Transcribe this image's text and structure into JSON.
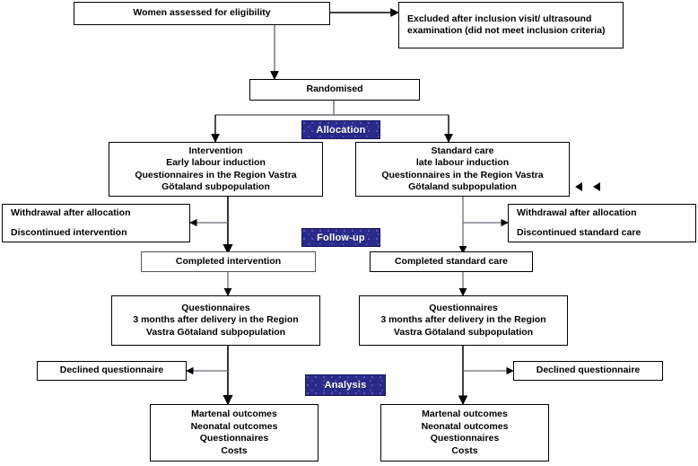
{
  "diagram": {
    "title": "CONSORT participant flow diagram",
    "colors": {
      "banner_fill": "#2a2a8c",
      "banner_text": "#ffffff",
      "box_border": "#000000",
      "box_border_light": "#585858",
      "connector_dark": "#000000",
      "connector_light": "#6b6b78",
      "background": "#ffffff"
    }
  },
  "banners": [
    {
      "id": "allocation",
      "label": "Allocation"
    },
    {
      "id": "followup",
      "label": "Follow-up"
    },
    {
      "id": "analysis",
      "label": "Analysis"
    }
  ],
  "nodes": {
    "enrollment": {
      "lines": [
        "Women assessed for eligibility"
      ]
    },
    "excluded": {
      "lines": [
        "Excluded after  inclusion visit/ ultrasound examination (did not meet inclusion criteria)"
      ]
    },
    "randomised": {
      "lines": [
        "Randomised"
      ]
    },
    "intervention_arm": {
      "lines": [
        "Intervention",
        "Early labour induction",
        "Questionnaires in the Region Vastra",
        "Götaland subpopulation"
      ]
    },
    "standard_arm": {
      "lines": [
        "Standard care",
        "late labour induction",
        "Questionnaires in the Region Vastra",
        "Götaland subpopulation"
      ]
    },
    "withdrawal_left": {
      "lines": [
        "Withdrawal after allocation",
        "Discontinued intervention"
      ]
    },
    "withdrawal_right": {
      "lines": [
        "Withdrawal after allocation",
        "Discontinued standard care"
      ]
    },
    "completed_left": {
      "lines": [
        "Completed intervention"
      ]
    },
    "completed_right": {
      "lines": [
        "Completed standard care"
      ]
    },
    "questionnaires_left": {
      "lines": [
        "Questionnaires",
        "3 months after delivery in the Region",
        "Vastra Götaland subpopulation"
      ]
    },
    "questionnaires_right": {
      "lines": [
        "Questionnaires",
        "3 months after delivery in the Region",
        "Vastra Götaland subpopulation"
      ]
    },
    "declined_left": {
      "lines": [
        "Declined questionnaire"
      ]
    },
    "declined_right": {
      "lines": [
        "Declined questionnaire"
      ]
    },
    "outcomes_left": {
      "lines": [
        "Martenal outcomes",
        "Neonatal outcomes",
        "Questionnaires",
        "Costs"
      ]
    },
    "outcomes_right": {
      "lines": [
        "Martenal outcomes",
        "Neonatal outcomes",
        "Questionnaires",
        "Costs"
      ]
    }
  },
  "stray_marks": [
    {
      "id": "stray-arrowhead-1",
      "shape": "left-triangle"
    },
    {
      "id": "stray-arrowhead-2",
      "shape": "left-triangle"
    }
  ]
}
